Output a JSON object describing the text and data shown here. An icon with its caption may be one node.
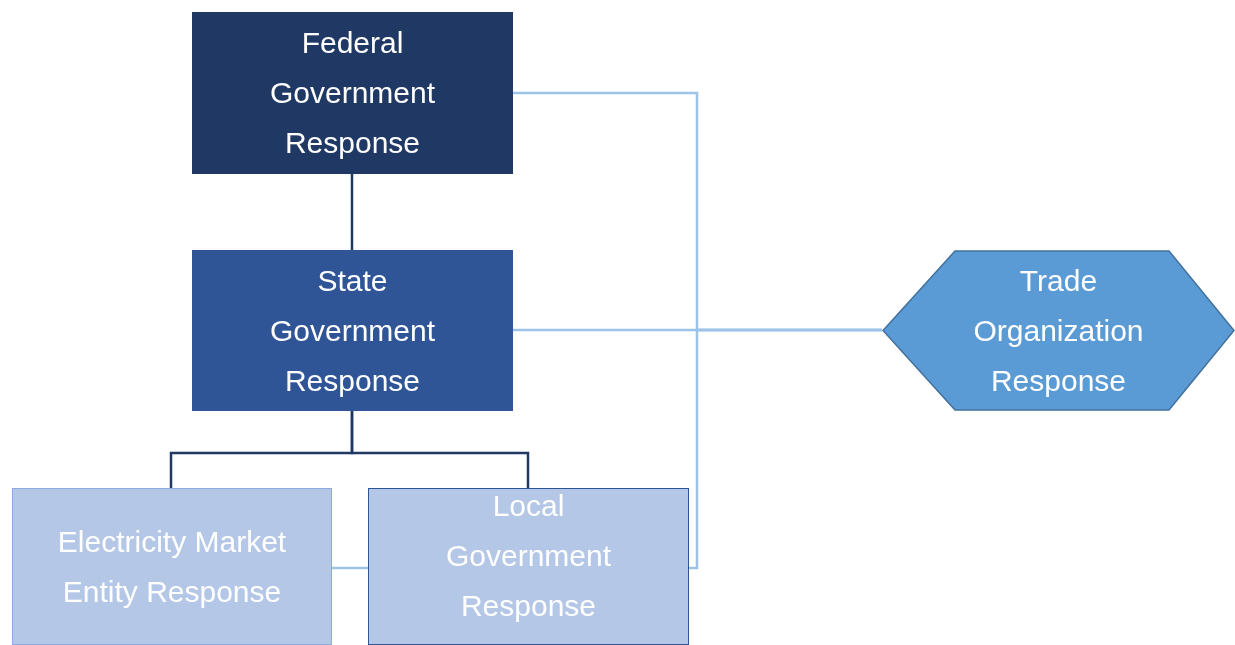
{
  "diagram": {
    "nodes": [
      {
        "text": [
          "Federal Government Response"
        ]
      },
      {
        "text": [
          "State Government Response"
        ]
      },
      {
        "text": [
          "Trade Organization Response"
        ]
      },
      {
        "text": [
          "Electricity Market Entity Response"
        ]
      },
      {
        "text": [
          "Local Government Response"
        ]
      }
    ],
    "edges": [
      {
        "from": 0,
        "to": 1,
        "arrow": "none",
        "color": "#203864"
      },
      {
        "from": 1,
        "to": 3,
        "arrow": "none",
        "color": "#203864"
      },
      {
        "from": 1,
        "to": 4,
        "arrow": "none",
        "color": "#203864"
      },
      {
        "from": 0,
        "to": 2,
        "arrow": "none"
      },
      {
        "from": 1,
        "to": 2,
        "arrow": "none"
      },
      {
        "from": 4,
        "to": 2,
        "arrow": "none"
      },
      {
        "from": 3,
        "to": 4,
        "arrow": "none"
      }
    ]
  }
}
